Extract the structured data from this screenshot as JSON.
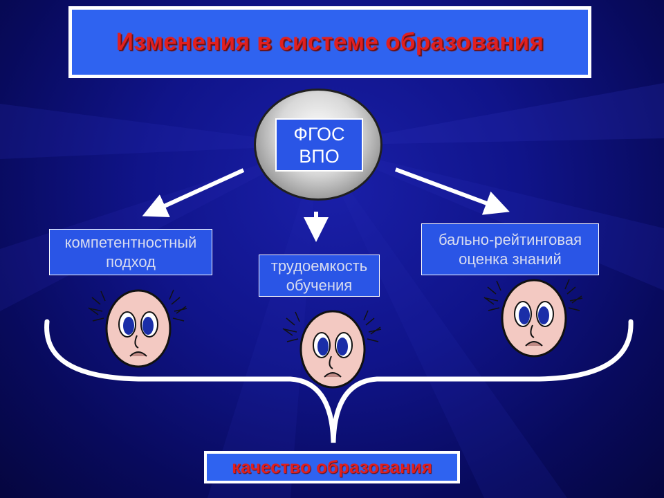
{
  "title": "Изменения в системе образования",
  "center": {
    "line1": "ФГОС",
    "line2": "ВПО"
  },
  "nodes": [
    {
      "line1": "компетентностный",
      "line2": "подход"
    },
    {
      "line1": "трудоемкость",
      "line2": "обучения"
    },
    {
      "line1": "бально-рейтинговая",
      "line2": "оценка знаний"
    }
  ],
  "result": "качество образования",
  "colors": {
    "background": "#10148a",
    "box_fill": "#2a55e6",
    "title_text": "#e02020",
    "arrow": "#ffffff"
  },
  "icons": [
    "worried-face-icon",
    "worried-face-icon",
    "worried-face-icon"
  ]
}
